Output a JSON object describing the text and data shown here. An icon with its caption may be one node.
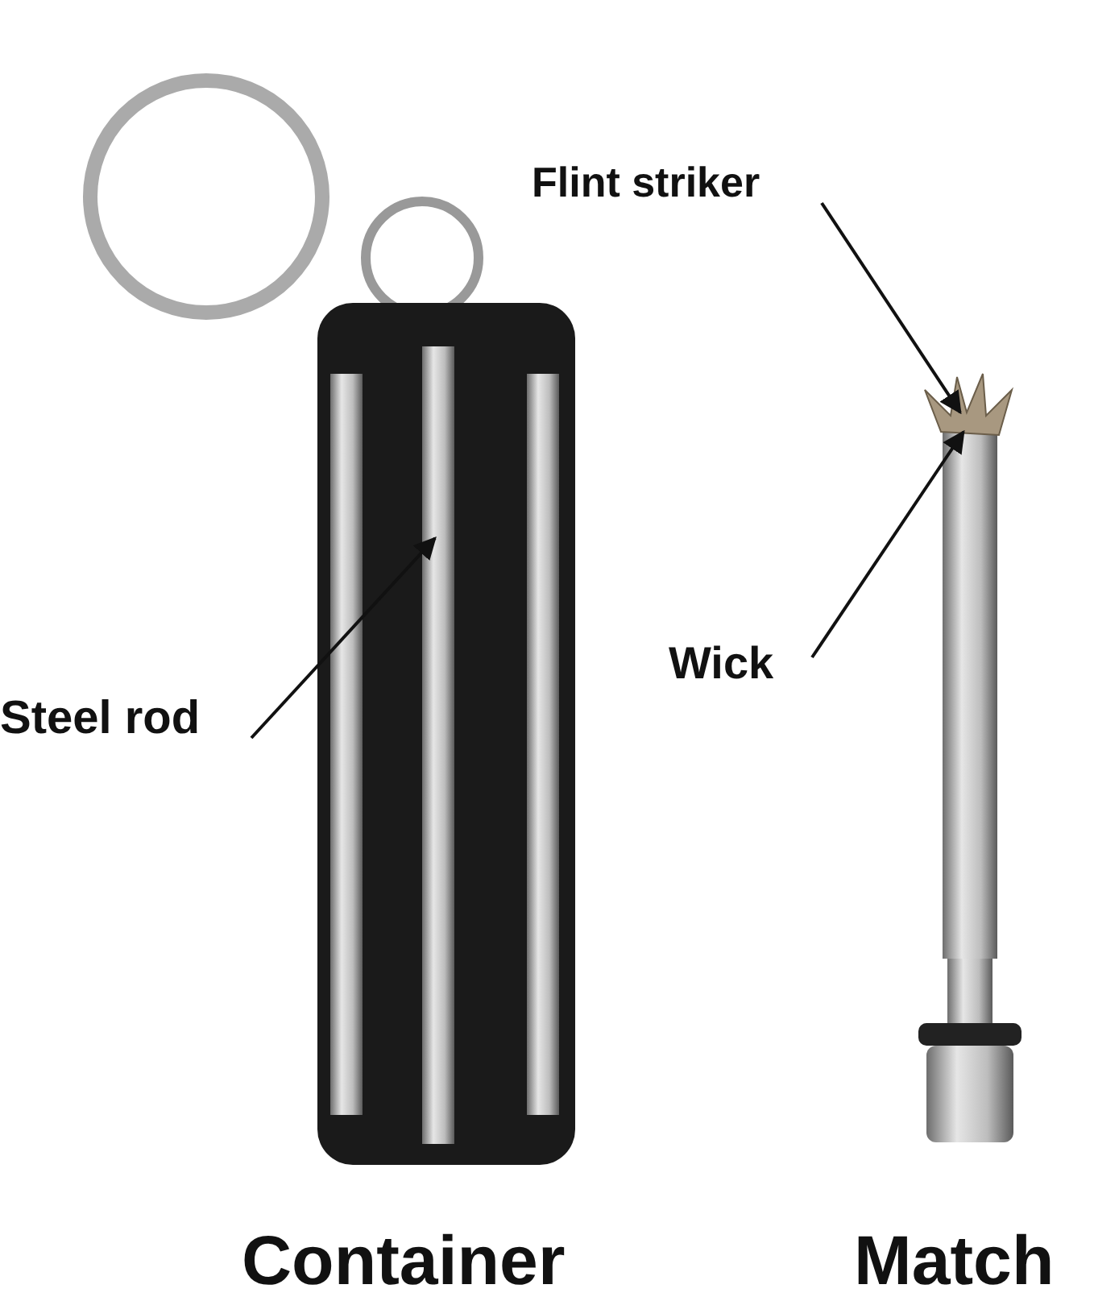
{
  "diagram": {
    "nodes": [
      {
        "text": [
          "Flint striker"
        ]
      },
      {
        "text": [
          "Wick"
        ]
      },
      {
        "text": [
          "Steel rod"
        ]
      }
    ],
    "edges": [
      {
        "from": 0,
        "to": null,
        "arrow": "to"
      },
      {
        "from": 1,
        "to": null,
        "arrow": "to"
      },
      {
        "from": 2,
        "to": null,
        "arrow": "to"
      }
    ],
    "labels": [
      "Container",
      "Match"
    ]
  }
}
